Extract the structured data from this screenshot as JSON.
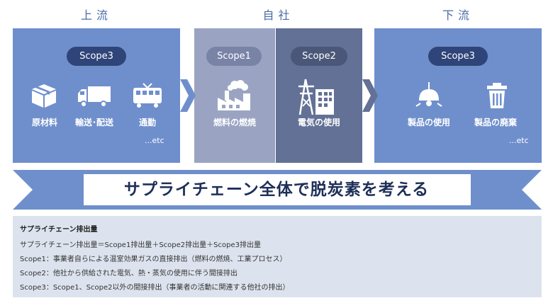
{
  "headers": {
    "upstream": "上流",
    "company": "自社",
    "downstream": "下流"
  },
  "upstream": {
    "pill": "Scope3",
    "items": [
      "原材料",
      "輸送･配送",
      "通勤"
    ],
    "etc": "...etc"
  },
  "own": {
    "scope1": {
      "pill": "Scope1",
      "label": "燃料の燃焼"
    },
    "scope2": {
      "pill": "Scope2",
      "label": "電気の使用"
    }
  },
  "downstream": {
    "pill": "Scope3",
    "items": [
      "製品の使用",
      "製品の廃棄"
    ],
    "etc": "...etc"
  },
  "banner": "サプライチェーン全体で脱炭素を考える",
  "info": {
    "title": "サプライチェーン排出量",
    "lines": [
      "サプライチェーン排出量＝Scope1排出量＋Scope2排出量＋Scope3排出量",
      "Scope1：事業者自らによる温室効果ガスの直接排出（燃料の燃焼、工業プロセス）",
      "Scope2：他社から供給された電気、熱・蒸気の使用に伴う間接排出",
      "Scope3：Scope1、Scope2以外の間接排出（事業者の活動に関連する他社の排出）"
    ]
  },
  "colors": {
    "upstream_panel": "#6f8fcc",
    "scope1_panel": "#9aa4c2",
    "scope2_panel": "#627195",
    "pill_dark": "#2f4478",
    "banner_text": "#1e2f57",
    "info_bg": "#dde3ee"
  },
  "icons": {
    "upstream": [
      "box-icon",
      "truck-icon",
      "train-icon"
    ],
    "scope1": "factory-icon",
    "scope2": "power-tower-building-icon",
    "downstream": [
      "lamp-icon",
      "trash-icon"
    ]
  }
}
